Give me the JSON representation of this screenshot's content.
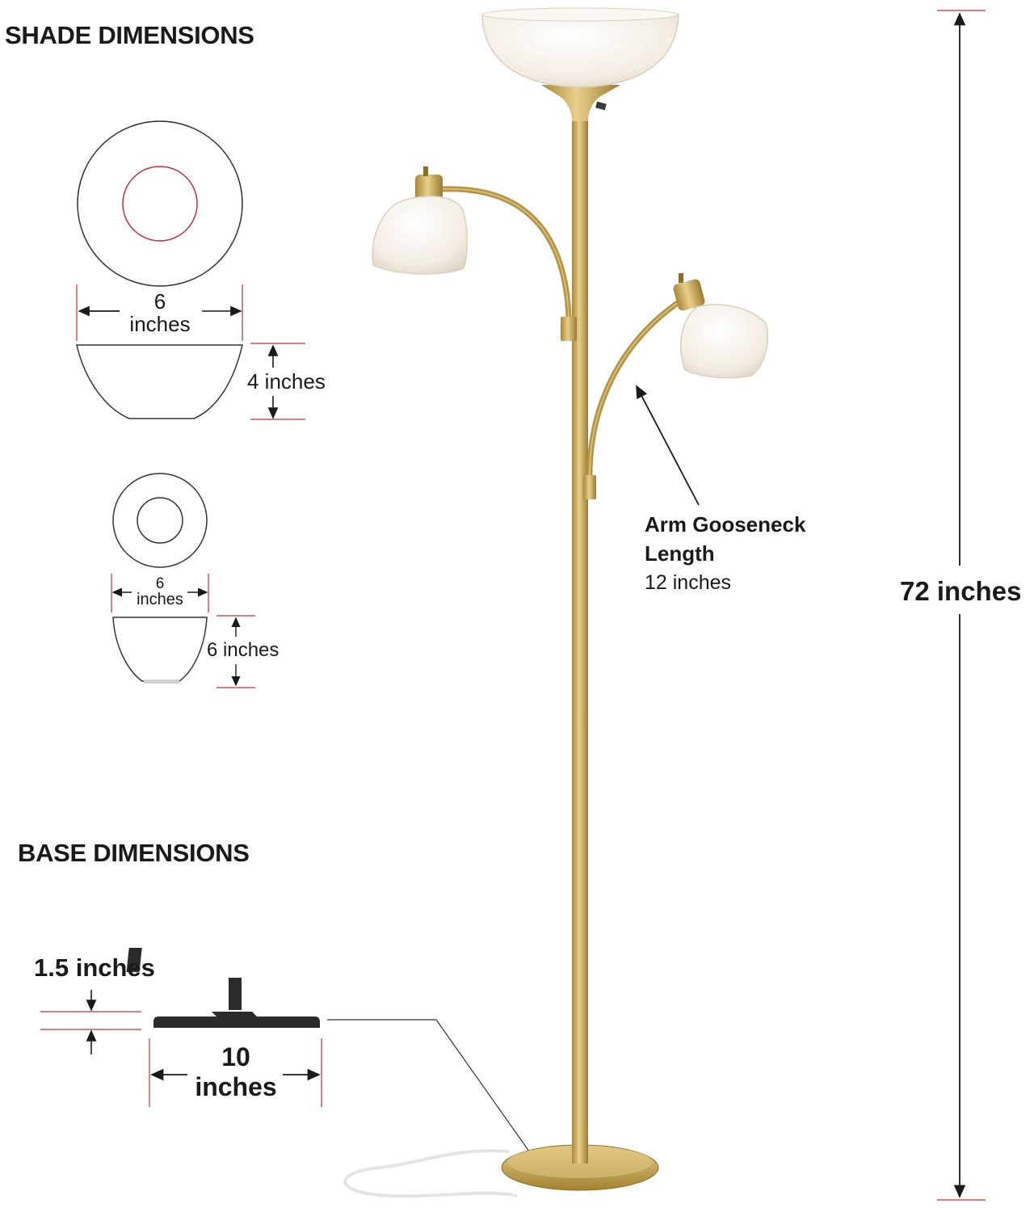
{
  "headings": {
    "shade": "SHADE DIMENSIONS",
    "base": "BASE DIMENSIONS"
  },
  "large_shade": {
    "width_value": "6",
    "width_unit": "inches",
    "height": "4 inches"
  },
  "small_shade": {
    "width_value": "6",
    "width_unit": "inches",
    "height": "6 inches"
  },
  "base": {
    "height": "1.5 inches",
    "width_value": "10",
    "width_unit": "inches"
  },
  "gooseneck": {
    "title_line1": "Arm Gooseneck",
    "title_line2": "Length",
    "length": "12 inches"
  },
  "total_height": "72 inches",
  "colors": {
    "brass": "#c9a855",
    "accent_red": "#c0303a",
    "shade_glass": "#f4efe6",
    "base_black": "#2b2b2b"
  }
}
